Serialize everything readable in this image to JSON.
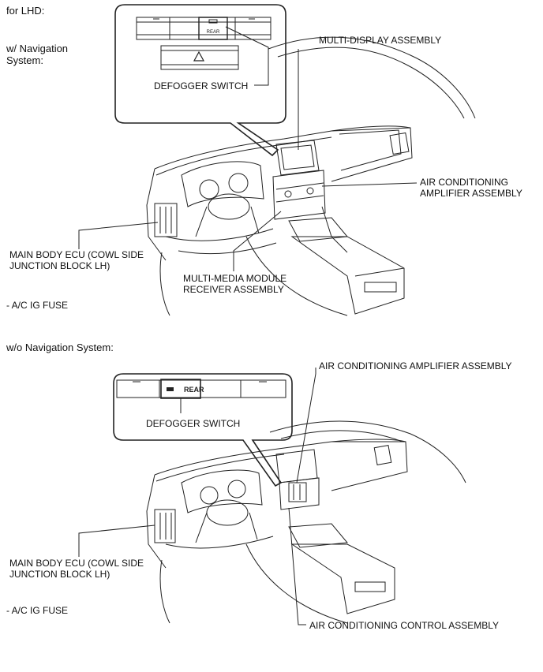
{
  "page_title": "for LHD:",
  "top_section": {
    "heading": "w/ Navigation\nSystem:",
    "inset_switch_label": "REAR",
    "callouts": {
      "defogger_switch": "DEFOGGER SWITCH",
      "multi_display": "MULTI-DISPLAY ASSEMBLY",
      "ac_amplifier": "AIR CONDITIONING\nAMPLIFIER ASSEMBLY",
      "main_body_ecu": "MAIN BODY ECU (COWL SIDE\nJUNCTION BLOCK LH)",
      "multi_media": "MULTI-MEDIA MODULE\nRECEIVER ASSEMBLY"
    },
    "fuse_note": "- A/C IG FUSE"
  },
  "bottom_section": {
    "heading": "w/o Navigation System:",
    "inset_switch_label": "REAR",
    "callouts": {
      "ac_amplifier": "AIR CONDITIONING AMPLIFIER ASSEMBLY",
      "defogger_switch": "DEFOGGER SWITCH",
      "main_body_ecu": "MAIN BODY ECU (COWL SIDE\nJUNCTION BLOCK LH)",
      "ac_control": "AIR CONDITIONING CONTROL ASSEMBLY"
    },
    "fuse_note": "- A/C IG FUSE"
  }
}
